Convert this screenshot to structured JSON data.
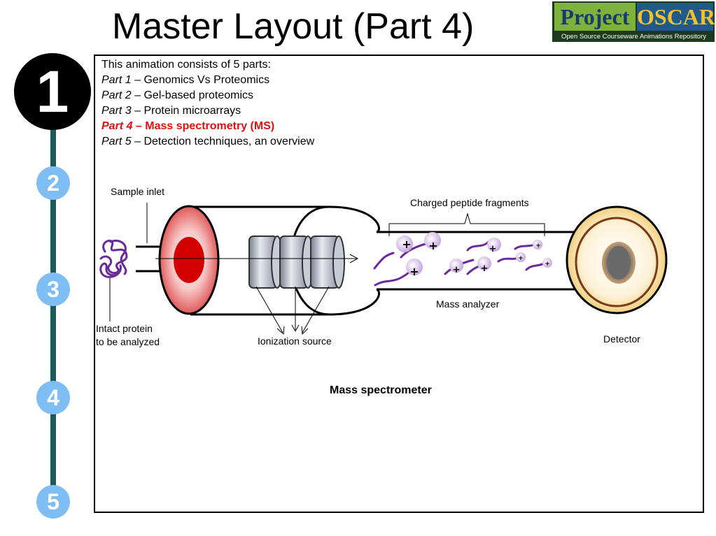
{
  "title": "Master Layout (Part 4)",
  "logo": {
    "word1": "Project",
    "word2": "OSCAR",
    "subtitle": "Open Source Courseware Animations Repository"
  },
  "steps": {
    "active": "1",
    "s2": "2",
    "s3": "3",
    "s4": "4",
    "s5": "5"
  },
  "parts": {
    "intro": "This animation consists of 5 parts:",
    "p1_num": "Part 1",
    "p1_text": " – Genomics Vs Proteomics",
    "p2_num": "Part 2",
    "p2_text": " – Gel-based proteomics",
    "p3_num": "Part 3",
    "p3_text": " – Protein microarrays",
    "p4_num": "Part 4",
    "p4_text": " – Mass spectrometry (MS)",
    "p5_num": "Part 5",
    "p5_text": " – Detection techniques, an overview"
  },
  "labels": {
    "sample_inlet": "Sample inlet",
    "charged_fragments": "Charged peptide fragments",
    "intact_protein_1": "Intact protein",
    "intact_protein_2": "to be analyzed",
    "ionization_source": "Ionization source",
    "mass_analyzer": "Mass analyzer",
    "detector": "Detector",
    "caption": "Mass spectrometer"
  },
  "ion_charge_symbol": "+",
  "colors": {
    "active_step": "#000000",
    "idle_step": "#7fbdf5",
    "rail": "#1d5a5a",
    "highlight": "#e01010",
    "peptide": "#6a2a9a"
  }
}
